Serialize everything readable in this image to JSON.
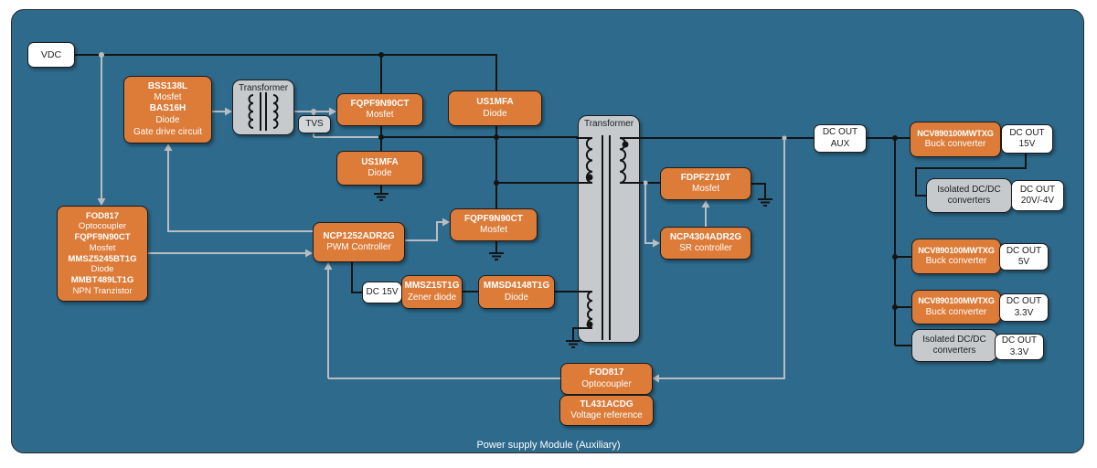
{
  "diagram": {
    "caption": "Power supply Module (Auxiliary)",
    "colors": {
      "background": "#2d6a8c",
      "block_orange": "#dd7b38",
      "block_gray": "#c7cacd",
      "block_white": "#ffffff",
      "wire_gray": "#b9bdc2",
      "wire_black": "#141414"
    },
    "blocks": {
      "vdc": {
        "label": "VDC"
      },
      "gate_drive": {
        "line1": "BSS138L",
        "line2": "Mosfet",
        "line3": "BAS16H",
        "line4": "Diode",
        "footer": "Gate drive circuit"
      },
      "transformer1": {
        "label": "Transformer"
      },
      "tvs": {
        "label": "TVS"
      },
      "mosfet1": {
        "part": "FQPF9N90CT",
        "desc": "Mosfet"
      },
      "us1mfa_top": {
        "part": "US1MFA",
        "desc": "Diode"
      },
      "us1mfa_mid": {
        "part": "US1MFA",
        "desc": "Diode"
      },
      "fod817_left": {
        "line1": "FOD817",
        "line2": "Optocoupler",
        "line3": "FQPF9N90CT",
        "line4": "Mosfet",
        "line5": "MMSZ5245BT1G",
        "line6": "Diode",
        "line7": "MMBT489LT1G",
        "line8": "NPN Tranzistor"
      },
      "pwm": {
        "part": "NCP1252ADR2G",
        "desc": "PWM Controller"
      },
      "mosfet2": {
        "part": "FQPF9N90CT",
        "desc": "Mosfet"
      },
      "dc15v": {
        "label": "DC 15V"
      },
      "zener": {
        "part": "MMSZ15T1G",
        "desc": "Zener diode"
      },
      "diode4148": {
        "part": "MMSD4148T1G",
        "desc": "Diode"
      },
      "transformer2": {
        "label": "Transformer"
      },
      "fdpf": {
        "part": "FDPF2710T",
        "desc": "Mosfet"
      },
      "sr": {
        "part": "NCP4304ADR2G",
        "desc": "SR controller"
      },
      "dcout_aux": {
        "line1": "DC OUT",
        "line2": "AUX"
      },
      "buck_15": {
        "part": "NCV890100MWTXG",
        "desc": "Buck converter"
      },
      "out_15": {
        "line1": "DC OUT",
        "line2": "15V"
      },
      "iso_1": {
        "line1": "Isolated DC/DC",
        "line2": "converters"
      },
      "out_20": {
        "line1": "DC OUT",
        "line2": "20V/-4V"
      },
      "buck_5": {
        "part": "NCV890100MWTXG",
        "desc": "Buck converter"
      },
      "out_5": {
        "line1": "DC OUT",
        "line2": "5V"
      },
      "buck_33": {
        "part": "NCV890100MWTXG",
        "desc": "Buck converter"
      },
      "out_33": {
        "line1": "DC OUT",
        "line2": "3.3V"
      },
      "iso_2": {
        "line1": "Isolated DC/DC",
        "line2": "converters"
      },
      "out_33b": {
        "line1": "DC OUT",
        "line2": "3.3V"
      },
      "fod817_fb": {
        "part": "FOD817",
        "desc": "Optocoupler"
      },
      "tl431": {
        "part": "TL431ACDG",
        "desc": "Voltage reference"
      }
    }
  }
}
